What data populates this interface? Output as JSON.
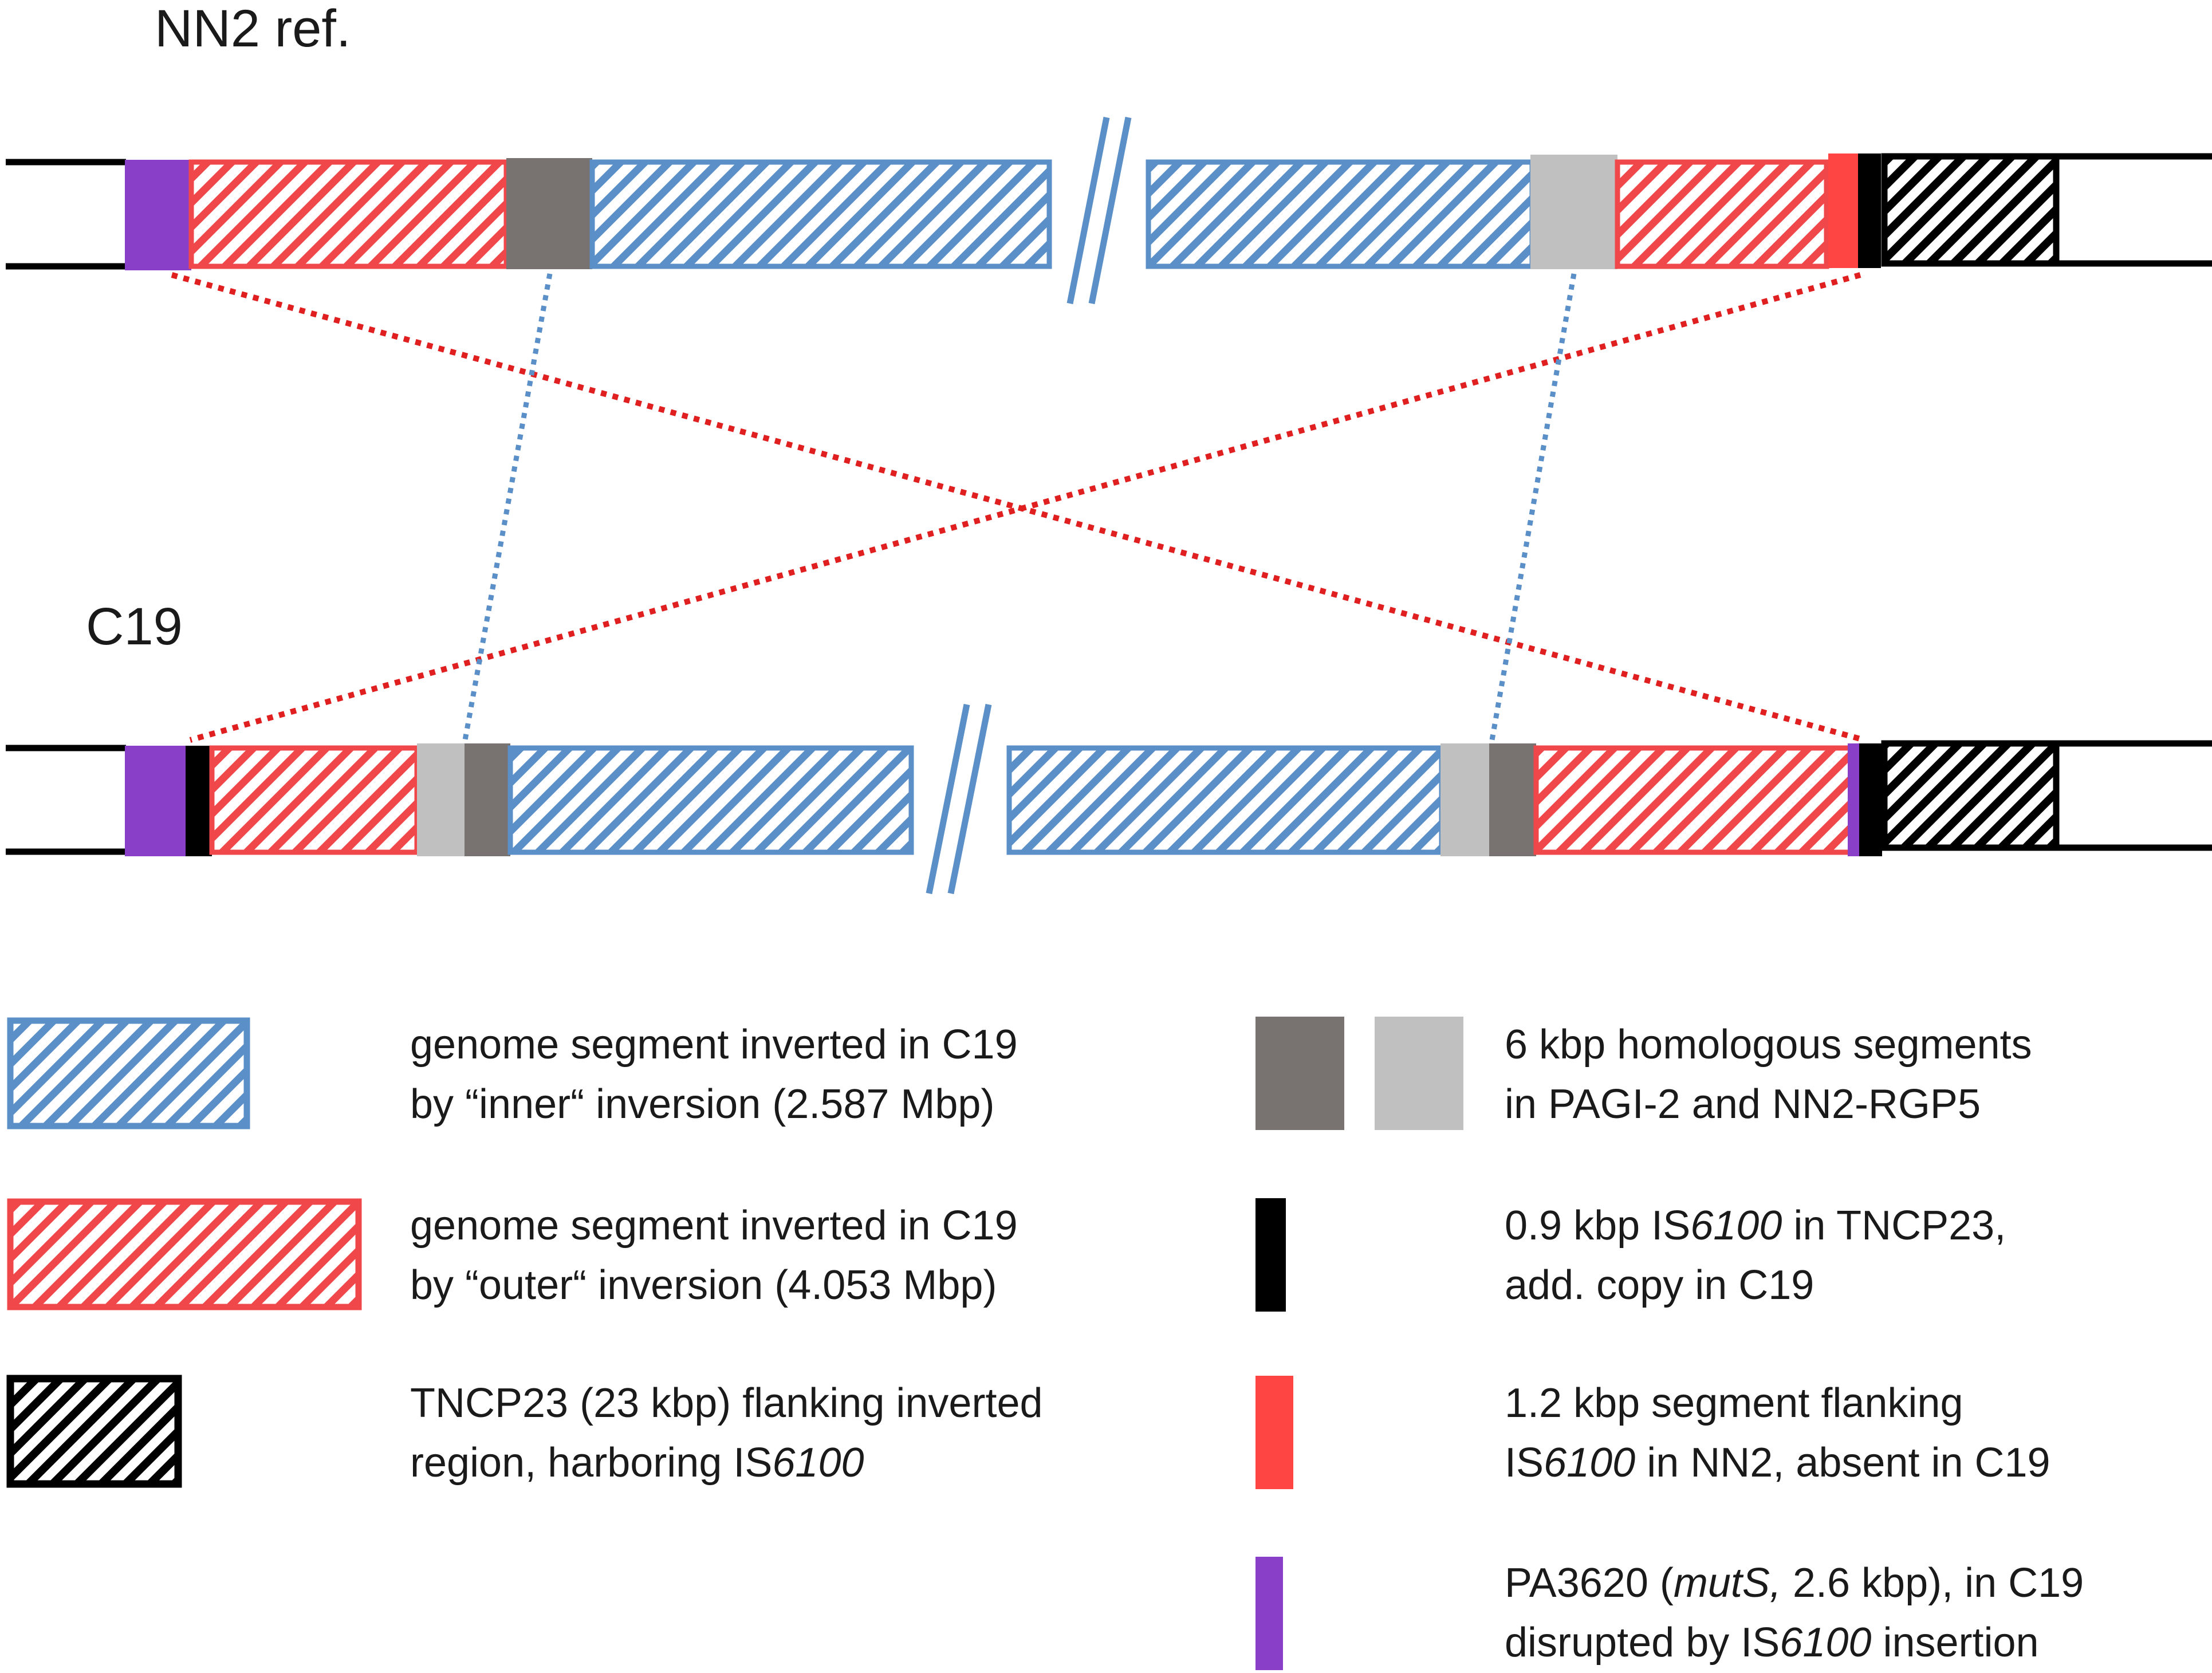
{
  "genomes": {
    "reference": {
      "label": "NN2 ref."
    },
    "variant": {
      "label": "C19"
    }
  },
  "colors": {
    "inner_inversion": "#5b8fc7",
    "outer_inversion": "#f0474a",
    "tncp23": "#000000",
    "homologous_dark": "#787271",
    "homologous_light": "#c0c0c0",
    "is6100": "#000000",
    "flanking_segment": "#ff4444",
    "muts": "#8a3fc9",
    "outer_connector": "#e02020",
    "inner_connector": "#5b8fc7"
  },
  "legend": {
    "inner_line1": "genome segment inverted in C19",
    "inner_line2": "by “inner“ inversion (2.587 Mbp)",
    "outer_line1": "genome segment inverted in C19",
    "outer_line2": "by “outer“ inversion (4.053 Mbp)",
    "tncp_line1": "TNCP23 (23 kbp) flanking inverted",
    "tncp_line2_pre": "region, harboring IS",
    "tncp_line2_it": "6100",
    "homol_line1": "6 kbp homologous segments",
    "homol_line2": "in PAGI-2 and NN2-RGP5",
    "is_line1_pre": "0.9 kbp IS",
    "is_line1_it": "6100",
    "is_line1_post": " in TNCP23,",
    "is_line2": "add. copy in C19",
    "flank_line1": "1.2 kbp segment flanking",
    "flank_line2_pre": "IS",
    "flank_line2_it": "6100",
    "flank_line2_post": " in NN2, absent in C19",
    "muts_line1_pre": "PA3620 (",
    "muts_line1_it": "mutS,",
    "muts_line1_post": " 2.6 kbp), in C19",
    "muts_line2_pre": "disrupted by IS",
    "muts_line2_it": "6100",
    "muts_line2_post": " insertion"
  }
}
